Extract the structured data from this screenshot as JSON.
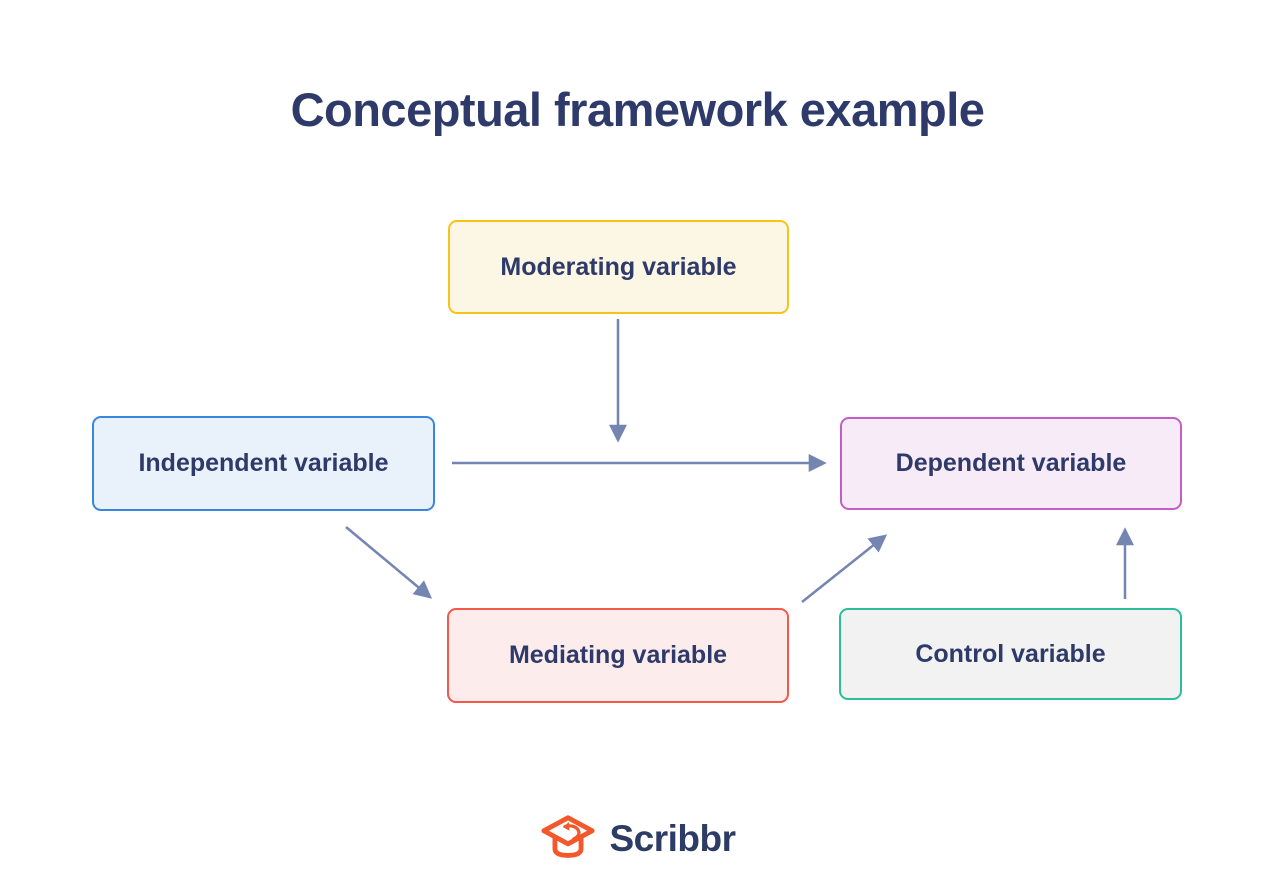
{
  "title": "Conceptual framework example",
  "colors": {
    "text-navy": "#2E3A69",
    "arrow": "#7585B1",
    "canvas-bg": "#FFFFFF",
    "moderating-border": "#F7C21A",
    "moderating-fill": "#FCF7E4",
    "independent-border": "#3787E0",
    "independent-fill": "#E9F1FB",
    "dependent-border": "#C45EC6",
    "dependent-fill": "#F7EBF7",
    "mediating-border": "#F4584A",
    "mediating-fill": "#FDECEC",
    "control-border": "#2CBE9C",
    "control-fill": "#F1F2F1",
    "brand-orange": "#F3572A"
  },
  "nodes": {
    "moderating": {
      "label": "Moderating variable"
    },
    "independent": {
      "label": "Independent variable"
    },
    "dependent": {
      "label": "Dependent variable"
    },
    "mediating": {
      "label": "Mediating variable"
    },
    "control": {
      "label": "Control variable"
    }
  },
  "edges": [
    {
      "from": "Moderating variable",
      "to": "Independent-to-Dependent relationship arrow",
      "direction": "down"
    },
    {
      "from": "Independent variable",
      "to": "Dependent variable",
      "direction": "right"
    },
    {
      "from": "Independent variable",
      "to": "Mediating variable",
      "direction": "down-right"
    },
    {
      "from": "Mediating variable",
      "to": "Dependent variable",
      "direction": "up-right"
    },
    {
      "from": "Control variable",
      "to": "Dependent variable",
      "direction": "up"
    }
  ],
  "footer": {
    "brand": "Scribbr"
  }
}
